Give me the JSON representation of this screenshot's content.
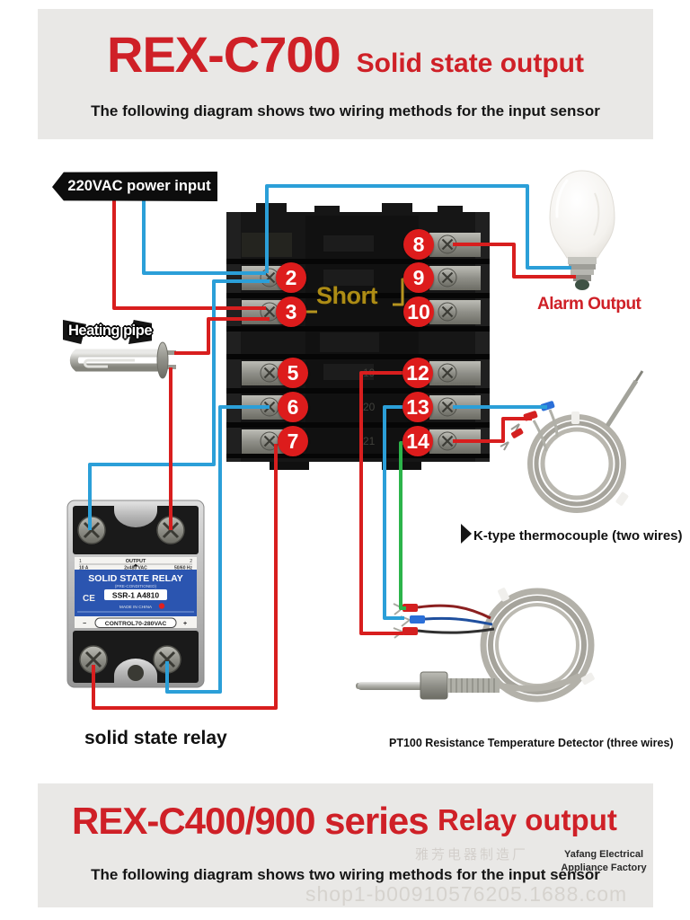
{
  "header": {
    "title": "REX-C700",
    "output_type": "Solid state output",
    "description": "The following diagram shows two wiring methods for the input sensor"
  },
  "footer": {
    "title": "REX-C400/900 series",
    "output_type": "Relay output",
    "description": "The following diagram shows two wiring methods for the input sensor",
    "brand_line1": "Yafang Electrical",
    "brand_line2": "Appliance Factory",
    "watermark_url": "shop1-b00910576205.1688.com",
    "watermark_cjk": "雅芳电器制造厂"
  },
  "labels": {
    "power_input": "220VAC power input",
    "heating_pipe": "Heating pipe",
    "alarm_output": "Alarm Output",
    "short_jumper": "Short",
    "k_type": "K-type thermocouple (two wires)",
    "pt100": "PT100 Resistance Temperature Detector (three wires)",
    "ssr": "solid state relay"
  },
  "terminals": {
    "left": [
      "2",
      "3",
      "5",
      "6",
      "7"
    ],
    "right": [
      "8",
      "9",
      "10",
      "12",
      "13",
      "14"
    ],
    "molded": [
      "19",
      "20",
      "21"
    ]
  },
  "ssr_label": {
    "pin1": "1",
    "output": "OUTPUT",
    "pin2": "2",
    "amp": "10 A",
    "volt": "2x480 VAC",
    "freq": "50/60 Hz",
    "title": "SOLID STATE RELAY",
    "subtitle": "(PRE-CONDITIONED)",
    "model": "SSR-1  A4810",
    "ce": "CE",
    "origin": "MADE IN CHINA",
    "control": "CONTROL70-280VAC",
    "minus": "−",
    "plus": "+"
  },
  "colors": {
    "accent_red": "#cf2027",
    "band_gray": "#e9e8e6",
    "wire_red": "#d81e1e",
    "wire_blue": "#2b9fd8",
    "wire_green": "#2cb44a",
    "short_gold": "#b5941f",
    "terminal_circle_red": "#dd1c1c",
    "ssr_label_blue": "#2b55b0"
  }
}
